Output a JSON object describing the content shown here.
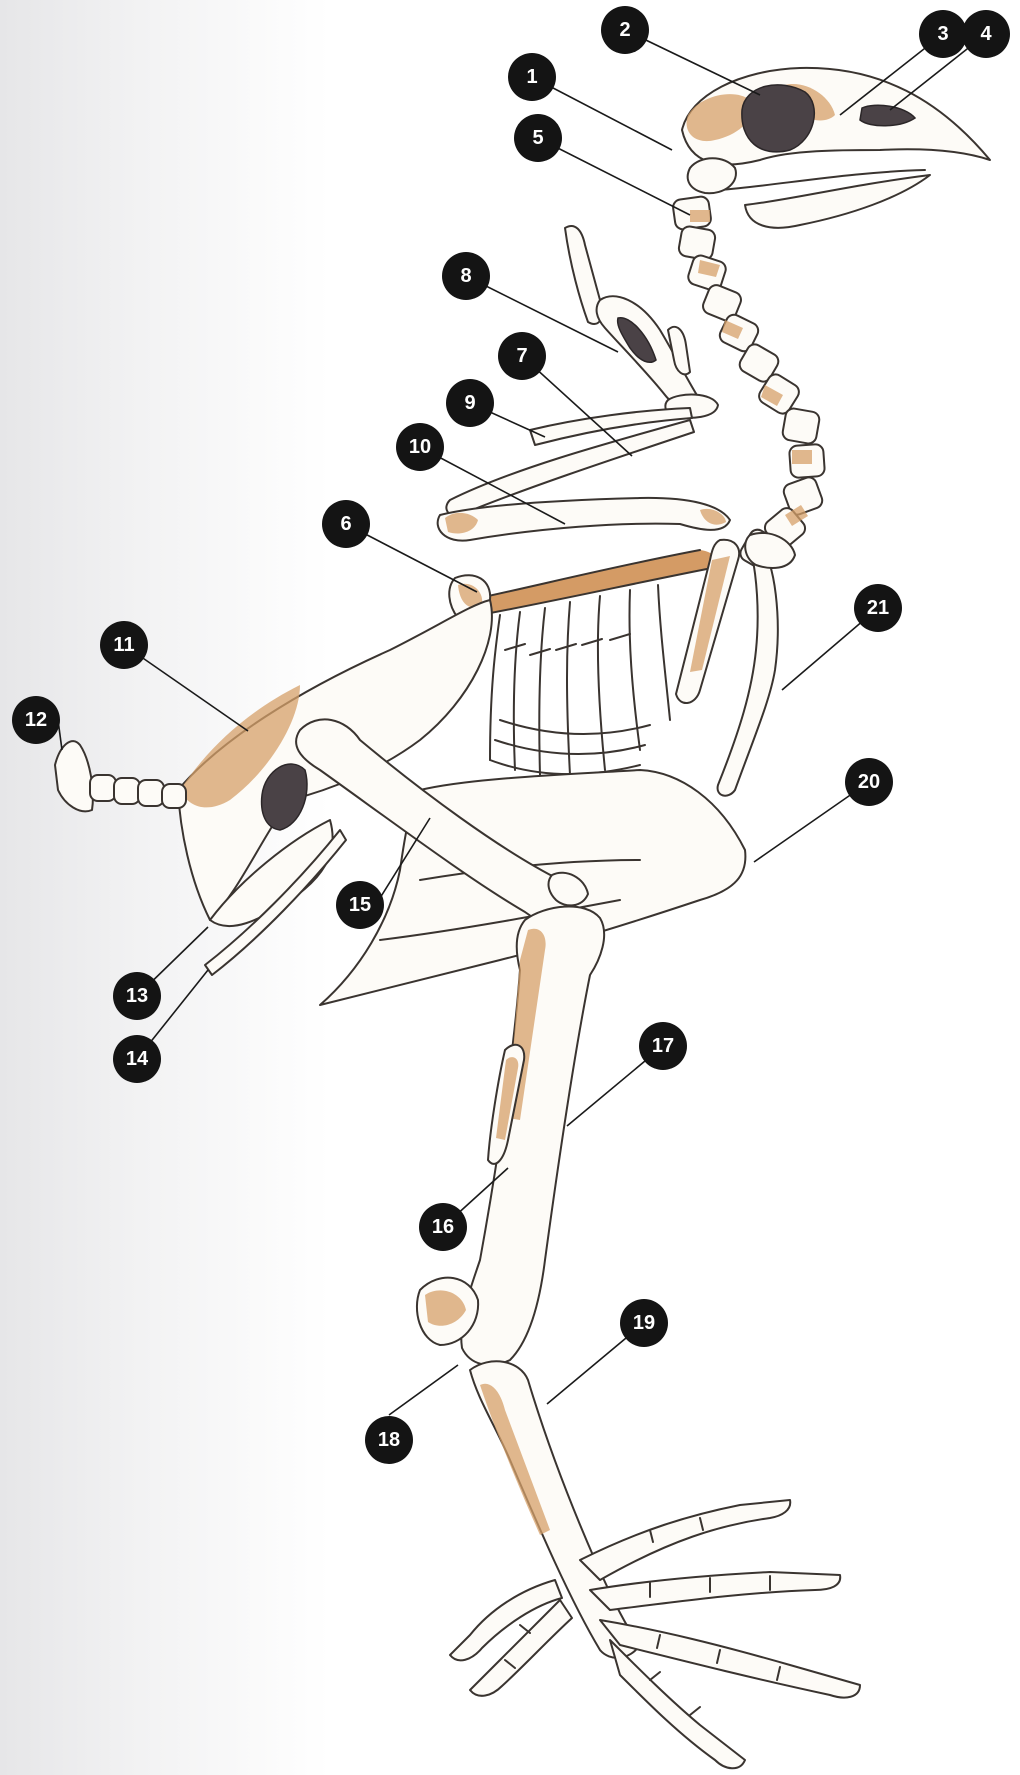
{
  "callouts": [
    "1",
    "2",
    "3",
    "4",
    "5",
    "6",
    "7",
    "8",
    "9",
    "10",
    "11",
    "12",
    "13",
    "14",
    "15",
    "16",
    "17",
    "18",
    "19",
    "20",
    "21"
  ],
  "colors": {
    "bone_outline": "#3a3430",
    "bone_fill": "#fdfbf7",
    "shading": "#d6a06a",
    "marker": "#141414",
    "marker_text": "#ffffff"
  }
}
